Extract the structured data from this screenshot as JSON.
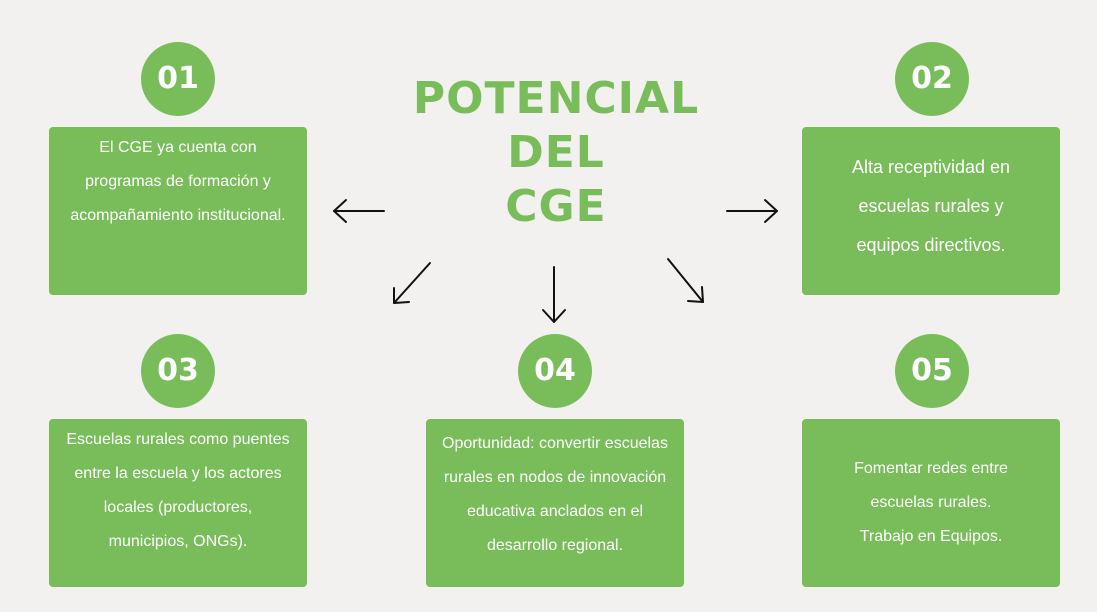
{
  "title": {
    "line1": "POTENCIAL",
    "line2": "DEL",
    "line3": "CGE"
  },
  "colors": {
    "accent": "#79bd5a",
    "background": "#f2f1ef",
    "arrow": "#111111"
  },
  "items": [
    {
      "number": "01",
      "text": "El CGE ya cuenta con programas de formación y acompañamiento institucional."
    },
    {
      "number": "02",
      "text": "Alta receptividad en escuelas rurales y equipos directivos."
    },
    {
      "number": "03",
      "text": "Escuelas rurales como puentes entre la escuela y los actores locales (productores, municipios, ONGs)."
    },
    {
      "number": "04",
      "text": "Oportunidad: convertir escuelas rurales en nodos de innovación educativa anclados en el desarrollo regional."
    },
    {
      "number": "05",
      "text": "Fomentar redes entre escuelas rurales. Trabajo en Equipos."
    }
  ]
}
